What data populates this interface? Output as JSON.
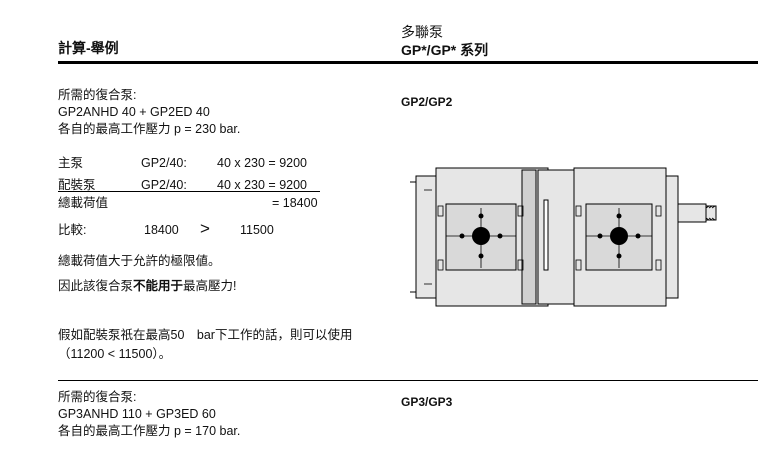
{
  "header": {
    "left_title": "計算-舉例",
    "right_line1": "多聯泵",
    "right_line2": "GP*/GP* 系列"
  },
  "example1": {
    "required_label": "所需的復合泵:",
    "model": "GP2ANHD 40 + GP2ED 40",
    "pressure": "各自的最高工作壓力 p = 230 bar.",
    "rows": [
      {
        "label": "主泵",
        "type": "GP2/40:",
        "calc": "40 x 230 = 9200"
      },
      {
        "label": "配裝泵",
        "type": "GP2/40:",
        "calc": "40 x 230 = 9200"
      },
      {
        "label": "總載荷值",
        "type": "",
        "calc": "= 18400"
      }
    ],
    "compare_label": "比較:",
    "compare_left": "18400",
    "compare_op": ">",
    "compare_right": "11500",
    "note1": "總載荷值大于允許的極限値。",
    "note2_prefix": "因此該復合泵",
    "note2_bold": "不能用于",
    "note2_suffix": "最高壓力!",
    "note3_line1": "假如配裝泵祇在最高50　bar下工作的話，則可以使用",
    "note3_line2": "（11200 < 11500）。",
    "figure_label": "GP2/GP2"
  },
  "example2": {
    "required_label": "所需的復合泵:",
    "model": "GP3ANHD 110 + GP3ED 60",
    "pressure": "各自的最高工作壓力 p = 170 bar.",
    "figure_label": "GP3/GP3"
  },
  "colors": {
    "ink": "#111111",
    "drawing_fill": "#e6e6e6",
    "line": "#000000"
  },
  "figure_icon": "double-gear-pump-drawing"
}
